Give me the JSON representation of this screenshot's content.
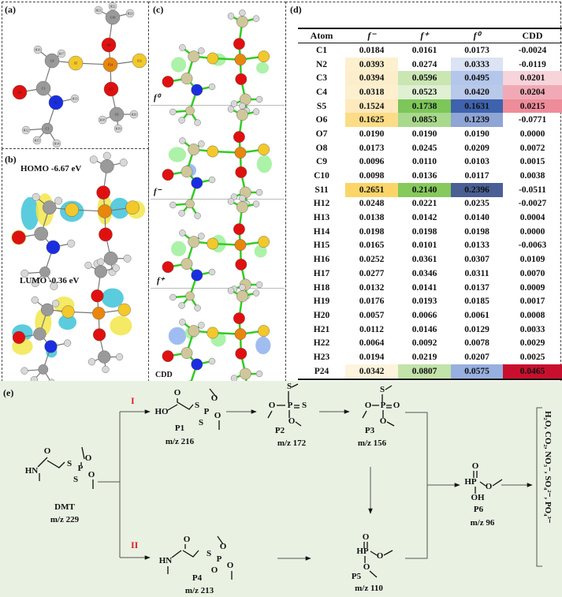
{
  "panels": {
    "a": {
      "label": "(a)",
      "atoms": [
        "C1",
        "N2",
        "C3",
        "C4",
        "S5",
        "O6",
        "O7",
        "O8",
        "C9",
        "C10",
        "S11",
        "H12",
        "H13",
        "H14",
        "H15",
        "H16",
        "H17",
        "H18",
        "H19",
        "H20",
        "H21",
        "H22",
        "H23",
        "P24"
      ]
    },
    "b": {
      "label": "(b)",
      "homo": "HOMO -6.67 eV",
      "lumo": "LUMO -0.36 eV"
    },
    "c": {
      "label": "(c)",
      "sub": [
        "f⁰",
        "f⁻",
        "f⁺",
        "CDD"
      ]
    },
    "d": {
      "label": "(d)"
    },
    "e": {
      "label": "(e)"
    }
  },
  "colors": {
    "carbon": "#9a9a9a",
    "oxygen": "#e01010",
    "sulfur": "#f2c82a",
    "nitrogen": "#1a2ee0",
    "phosphorus": "#e8860e",
    "hydrogen": "#d8d8d8",
    "homo_pos": "#f2e64a",
    "homo_neg": "#3ec3d8",
    "fukui_pos": "#9ef09a",
    "fukui_neg": "#8fb2ee"
  },
  "table": {
    "headers": [
      "Atom",
      "f⁻",
      "f⁺",
      "f⁰",
      "CDD"
    ],
    "rows": [
      [
        "C1",
        "0.0184",
        "0.0161",
        "0.0173",
        "-0.0024"
      ],
      [
        "N2",
        "0.0393",
        "0.0274",
        "0.0333",
        "-0.0119"
      ],
      [
        "C3",
        "0.0394",
        "0.0596",
        "0.0495",
        "0.0201"
      ],
      [
        "C4",
        "0.0318",
        "0.0523",
        "0.0420",
        "0.0204"
      ],
      [
        "S5",
        "0.1524",
        "0.1738",
        "0.1631",
        "0.0215"
      ],
      [
        "O6",
        "0.1625",
        "0.0853",
        "0.1239",
        "-0.0771"
      ],
      [
        "O7",
        "0.0190",
        "0.0190",
        "0.0190",
        "0.0000"
      ],
      [
        "O8",
        "0.0173",
        "0.0245",
        "0.0209",
        "0.0072"
      ],
      [
        "C9",
        "0.0096",
        "0.0110",
        "0.0103",
        "0.0015"
      ],
      [
        "C10",
        "0.0098",
        "0.0136",
        "0.0117",
        "0.0038"
      ],
      [
        "S11",
        "0.2651",
        "0.2140",
        "0.2396",
        "-0.0511"
      ],
      [
        "H12",
        "0.0248",
        "0.0221",
        "0.0235",
        "-0.0027"
      ],
      [
        "H13",
        "0.0138",
        "0.0142",
        "0.0140",
        "0.0004"
      ],
      [
        "H14",
        "0.0198",
        "0.0198",
        "0.0198",
        "0.0000"
      ],
      [
        "H15",
        "0.0165",
        "0.0101",
        "0.0133",
        "-0.0063"
      ],
      [
        "H16",
        "0.0252",
        "0.0361",
        "0.0307",
        "0.0109"
      ],
      [
        "H17",
        "0.0277",
        "0.0346",
        "0.0311",
        "0.0070"
      ],
      [
        "H18",
        "0.0132",
        "0.0141",
        "0.0137",
        "0.0009"
      ],
      [
        "H19",
        "0.0176",
        "0.0193",
        "0.0185",
        "0.0017"
      ],
      [
        "H20",
        "0.0057",
        "0.0066",
        "0.0061",
        "0.0008"
      ],
      [
        "H21",
        "0.0112",
        "0.0146",
        "0.0129",
        "0.0033"
      ],
      [
        "H22",
        "0.0064",
        "0.0092",
        "0.0078",
        "0.0029"
      ],
      [
        "H23",
        "0.0194",
        "0.0219",
        "0.0207",
        "0.0025"
      ],
      [
        "P24",
        "0.0342",
        "0.0807",
        "0.0575",
        "0.0465"
      ]
    ],
    "highlights": {
      "N2": {
        "1": "#fdf0cf",
        "3": "#dbe3f4"
      },
      "C3": {
        "1": "#fdeecb",
        "2": "#c9e6b3",
        "3": "#b4c6ea",
        "4": "#f7d3da"
      },
      "C4": {
        "1": "#fdf0cf",
        "2": "#e0f0d3",
        "3": "#b9c9ea",
        "4": "#f1aab5"
      },
      "S5": {
        "1": "#fde9bd",
        "2": "#7dc659",
        "3": "#3e62ad",
        "4": "#ee8c9a"
      },
      "O6": {
        "1": "#fcdc86",
        "2": "#a9d98c",
        "3": "#8ea5d5"
      },
      "S11": {
        "1": "#fbd567",
        "2": "#86c95c",
        "3": "#4a5f94"
      },
      "P24": {
        "1": "#fef4dd",
        "2": "#c2e3a9",
        "3": "#97b0e0",
        "4": "#c8102e"
      }
    }
  },
  "scheme": {
    "routes": [
      "I",
      "II"
    ],
    "compounds": [
      {
        "id": "DMT",
        "mz": "m/z 229",
        "atoms": [
          "HN",
          "O",
          "S",
          "P",
          "O",
          "O",
          "S"
        ]
      },
      {
        "id": "P1",
        "mz": "m/z 216",
        "atoms": [
          "HO",
          "O",
          "S",
          "P",
          "O",
          "O",
          "S"
        ]
      },
      {
        "id": "P2",
        "mz": "m/z 172",
        "atoms": [
          "S",
          "O",
          "P",
          "S",
          "O"
        ]
      },
      {
        "id": "P3",
        "mz": "m/z 156",
        "atoms": [
          "S",
          "O",
          "P",
          "O",
          "O"
        ]
      },
      {
        "id": "P4",
        "mz": "m/z 213",
        "atoms": [
          "HN",
          "O",
          "S",
          "P",
          "O",
          "O",
          "O"
        ]
      },
      {
        "id": "P5",
        "mz": "m/z 110",
        "atoms": [
          "O",
          "HP",
          "O",
          "O"
        ]
      },
      {
        "id": "P6",
        "mz": "m/z 96",
        "atoms": [
          "O",
          "HP",
          "O",
          "OH"
        ]
      }
    ],
    "final_products": "H₂O, CO₂, NO₃⁻, SO₄²⁻, PO₄³⁻"
  }
}
